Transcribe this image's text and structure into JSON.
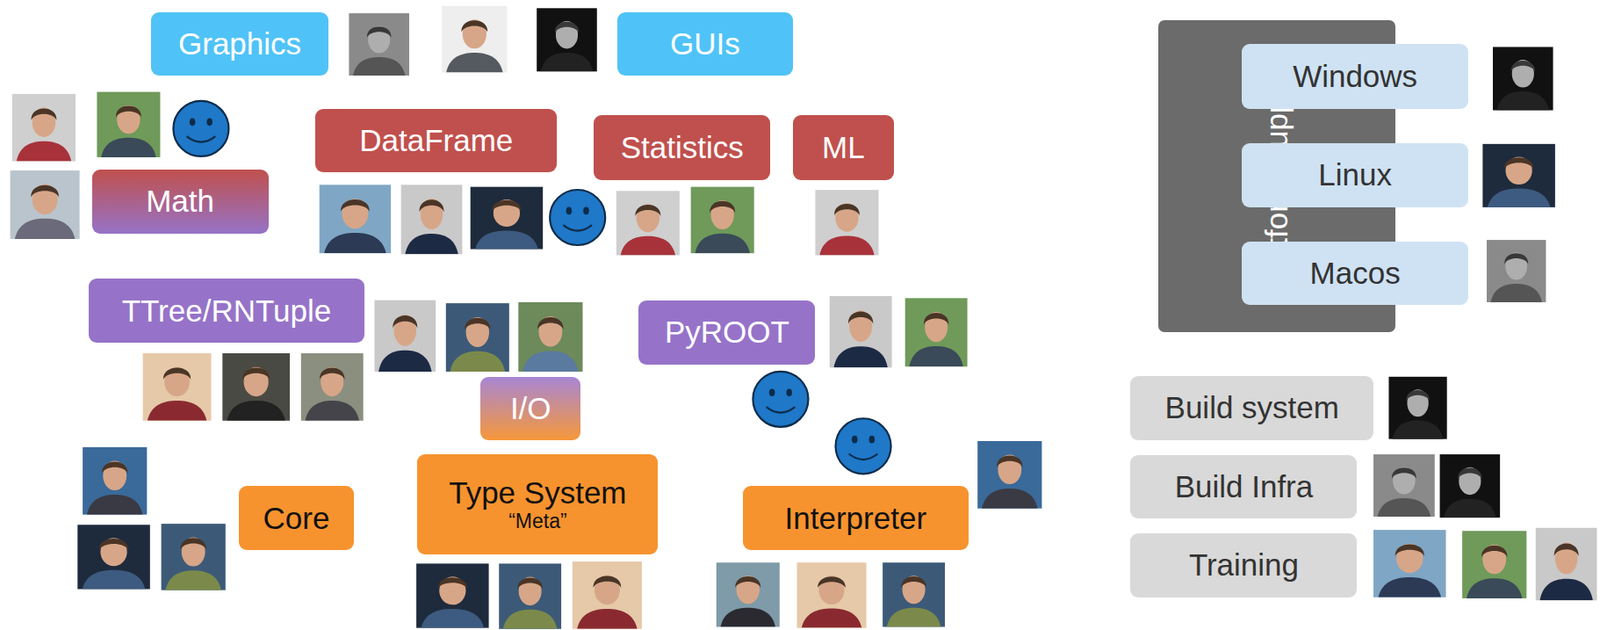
{
  "diagram": {
    "nodes": [
      {
        "text": [
          "Graphics"
        ]
      },
      {
        "text": [
          "GUIs"
        ]
      },
      {
        "text": [
          "DataFrame"
        ]
      },
      {
        "text": [
          "Statistics"
        ]
      },
      {
        "text": [
          "ML"
        ]
      },
      {
        "text": [
          "Math"
        ]
      },
      {
        "text": [
          "TTree/RNTuple"
        ]
      },
      {
        "text": [
          "PyROOT"
        ]
      },
      {
        "text": [
          "I/O"
        ]
      },
      {
        "text": [
          "Core"
        ]
      },
      {
        "text": [
          "Type System",
          "“Meta”"
        ]
      },
      {
        "text": [
          "Interpreter"
        ]
      },
      {
        "text": [
          "Platform Support"
        ]
      },
      {
        "text": [
          "Windows"
        ]
      },
      {
        "text": [
          "Linux"
        ]
      },
      {
        "text": [
          "Macos"
        ]
      },
      {
        "text": [
          "Build system"
        ]
      },
      {
        "text": [
          "Build Infra"
        ]
      },
      {
        "text": [
          "Training"
        ]
      }
    ]
  }
}
